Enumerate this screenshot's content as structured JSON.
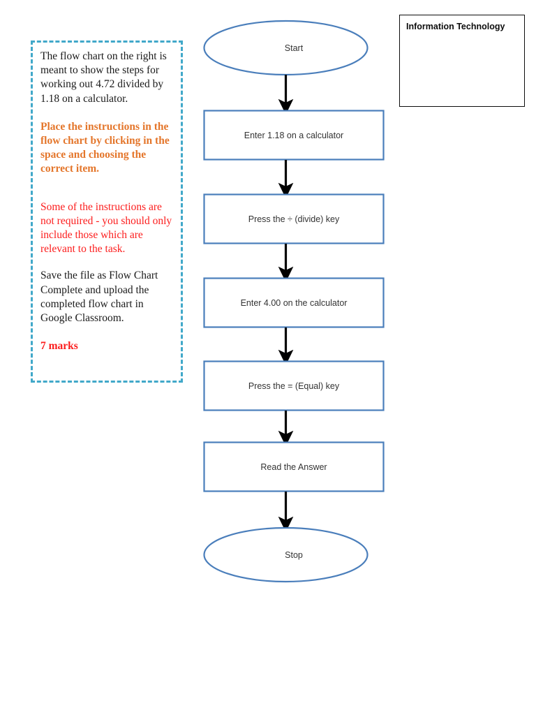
{
  "instructions": {
    "paragraphs": [
      {
        "id": "task-description",
        "style": "plain",
        "text": "The flow chart on the right is meant to show the steps for working out 4.72 divided by 1.18 on a calculator."
      },
      {
        "id": "placement-directive",
        "style": "orange-bold",
        "text": "Place the instructions in the flow chart by clicking in the space and choosing the correct item."
      },
      {
        "id": "relevance-warning",
        "style": "red",
        "text": "Some of the instructions are not required - you should only include those which are relevant to the task."
      },
      {
        "id": "submission-directive",
        "style": "plain",
        "text": "Save the file as Flow Chart Complete and upload the completed flow chart in Google Classroom."
      },
      {
        "id": "marks",
        "style": "red-bold",
        "text": "7 marks"
      }
    ]
  },
  "colors": {
    "dashed_border": "#41a8c9",
    "flow_shape_border": "#4a7ebb",
    "arrow": "#000000",
    "orange_text": "#e4762b",
    "red_text": "#fc1d1d",
    "box_border": "#0d0d0d"
  },
  "flowchart": {
    "nodes": [
      {
        "id": "start",
        "type": "terminator",
        "label": "Start"
      },
      {
        "id": "step-1",
        "type": "process",
        "label": "Enter 1.18 on a calculator"
      },
      {
        "id": "step-2",
        "type": "process",
        "label": "Press the ÷ (divide) key"
      },
      {
        "id": "step-3",
        "type": "process",
        "label": "Enter 4.00 on the calculator"
      },
      {
        "id": "step-4",
        "type": "process",
        "label": "Press the = (Equal) key"
      },
      {
        "id": "step-5",
        "type": "process",
        "label": "Read the Answer"
      },
      {
        "id": "stop",
        "type": "terminator",
        "label": "Stop"
      }
    ],
    "connector_count": 6
  },
  "info_box": {
    "title": "Information Technology"
  }
}
